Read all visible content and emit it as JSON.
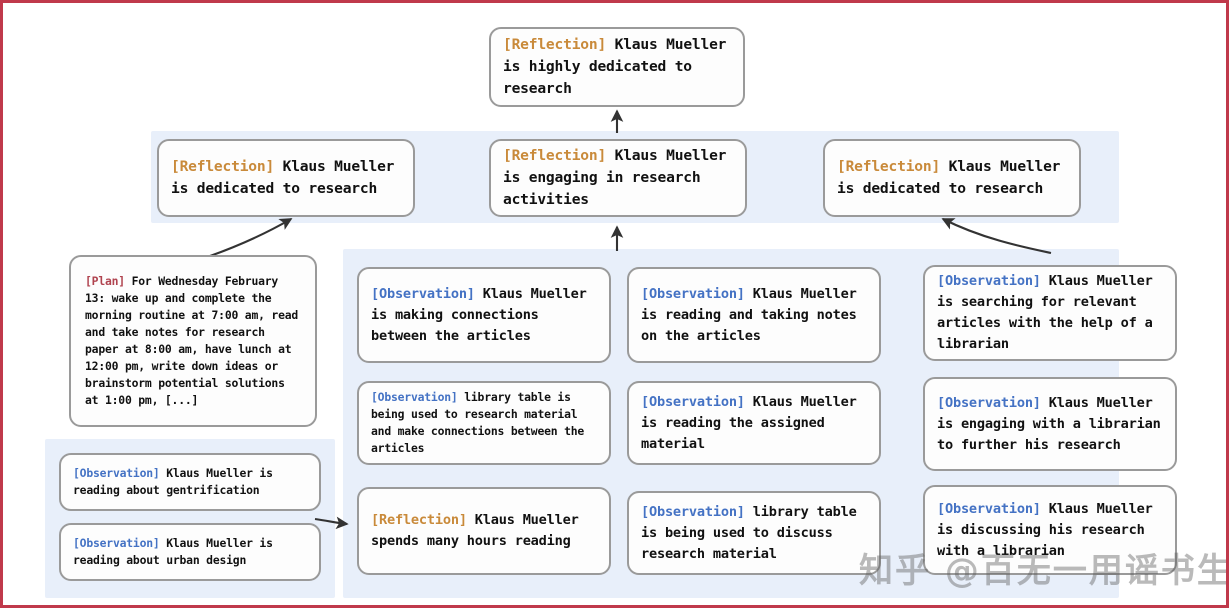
{
  "meta": {
    "border_color": "#c0394b",
    "panel_color": "#e8effa",
    "node_border_color": "#9a9a9a",
    "tag_colors": {
      "reflection": "#c98a3a",
      "observation": "#4472c4",
      "plan": "#b0434f"
    }
  },
  "tags": {
    "reflection": "[Reflection]",
    "observation": "[Observation]",
    "plan": "[Plan]"
  },
  "nodes": {
    "top_reflection": {
      "tag": "[Reflection]",
      "text": " Klaus Mueller is highly dedicated to research"
    },
    "mid_reflection_left": {
      "tag": "[Reflection]",
      "text": " Klaus Mueller is dedicated to research"
    },
    "mid_reflection_center": {
      "tag": "[Reflection]",
      "text": " Klaus Mueller is engaging in research activities"
    },
    "mid_reflection_right": {
      "tag": "[Reflection]",
      "text": " Klaus Mueller is dedicated to research"
    },
    "plan_box": {
      "tag": "[Plan]",
      "text": " For Wednesday February 13: wake up and complete the morning routine at 7:00 am, read and take notes for research paper at 8:00 am, have lunch at 12:00 pm, write down ideas or brainstorm potential solutions at 1:00 pm, [...]"
    },
    "obs_left_1": {
      "tag": "[Observation]",
      "text": " Klaus Mueller is reading about gentrification"
    },
    "obs_left_2": {
      "tag": "[Observation]",
      "text": " Klaus Mueller is reading about urban design"
    },
    "obs_col1_1": {
      "tag": "[Observation]",
      "text": " Klaus Mueller is making connections between the articles"
    },
    "obs_col1_2": {
      "tag": "[Observation]",
      "text": " library table is being used to research material and make connections between the articles"
    },
    "refl_col1_3": {
      "tag": "[Reflection]",
      "text": " Klaus Mueller spends many hours reading"
    },
    "obs_col2_1": {
      "tag": "[Observation]",
      "text": " Klaus Mueller is reading and taking notes on the articles"
    },
    "obs_col2_2": {
      "tag": "[Observation]",
      "text": " Klaus Mueller is reading the assigned material"
    },
    "obs_col2_3": {
      "tag": "[Observation]",
      "text": " library table is being used to discuss research material"
    },
    "obs_col3_1": {
      "tag": "[Observation]",
      "text": " Klaus Mueller is searching for relevant articles with the help of a librarian"
    },
    "obs_col3_2": {
      "tag": "[Observation]",
      "text": " Klaus Mueller is engaging with a librarian to further his research"
    },
    "obs_col3_3": {
      "tag": "[Observation]",
      "text": " Klaus Mueller is discussing his research with a librarian"
    }
  },
  "watermark": {
    "text": "知乎 @百无一用谣书生"
  }
}
